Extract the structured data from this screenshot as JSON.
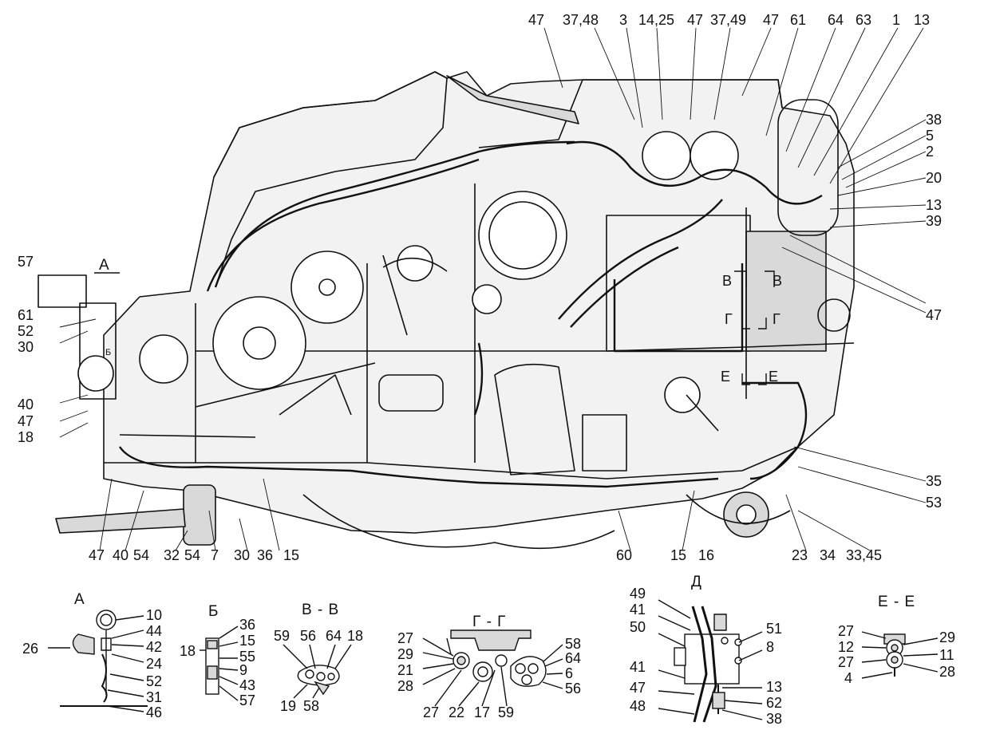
{
  "colors": {
    "ink": "#111111",
    "body_fill": "#f2f2f2",
    "shade": "#d9d9d9",
    "paper": "#ffffff"
  },
  "main": {
    "top_callouts": [
      "47",
      "37,48",
      "3",
      "14,25",
      "47",
      "37,49",
      "47",
      "61",
      "64",
      "63",
      "1",
      "13"
    ],
    "right_callouts": [
      "38",
      "5",
      "2",
      "20",
      "13",
      "39",
      "47",
      "35",
      "53"
    ],
    "left_callouts": [
      "57",
      "61",
      "52",
      "30",
      "40",
      "47",
      "18"
    ],
    "bottom_callouts": [
      "47",
      "40",
      "54",
      "32",
      "54",
      "7",
      "30",
      "36",
      "15",
      "60",
      "15",
      "16",
      "23",
      "34",
      "33,45"
    ],
    "section_marks": {
      "a": "А",
      "b": "Б",
      "v_left": "В",
      "v_right": "В",
      "g_left": "Г",
      "g_right": "Г",
      "e_left": "Е",
      "e_right": "Е"
    }
  },
  "views": {
    "a": {
      "title": "А",
      "left": [
        "26"
      ],
      "right": [
        "10",
        "44",
        "42",
        "24",
        "52",
        "31",
        "46"
      ]
    },
    "b": {
      "title": "Б",
      "left": [
        "18"
      ],
      "right": [
        "36",
        "15",
        "55",
        "9",
        "43",
        "57"
      ]
    },
    "vv": {
      "title": "В - В",
      "top": [
        "59",
        "56",
        "64",
        "18"
      ],
      "bottom": [
        "19",
        "58"
      ]
    },
    "gg": {
      "title": "Г - Г",
      "left": [
        "27",
        "29",
        "21",
        "28"
      ],
      "right": [
        "58",
        "64",
        "6",
        "56"
      ],
      "bottom": [
        "27",
        "22",
        "17",
        "59"
      ]
    },
    "d": {
      "title": "Д",
      "left_top": [
        "49",
        "41",
        "50"
      ],
      "left_bottom": [
        "41",
        "47",
        "48"
      ],
      "right_top": [
        "51",
        "8"
      ],
      "right_bottom": [
        "13",
        "62",
        "38"
      ]
    },
    "ee": {
      "title": "Е - Е",
      "left": [
        "27",
        "12",
        "27",
        "4"
      ],
      "right": [
        "29",
        "11",
        "28"
      ]
    }
  }
}
